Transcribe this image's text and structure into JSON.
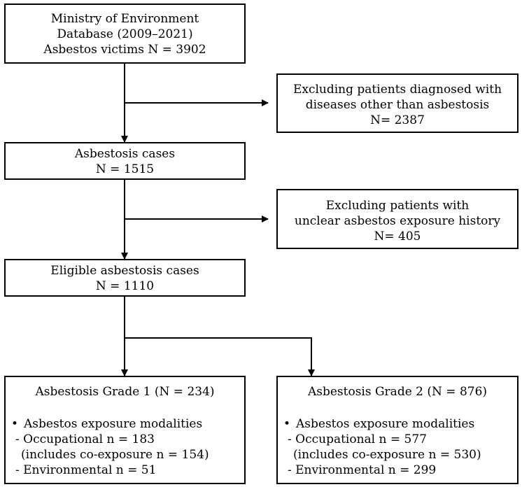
{
  "source_box": {
    "lines": [
      "Ministry of Environment",
      "Database (2009–2021)",
      "Asbestos victims N = 3902"
    ]
  },
  "exclusion_1": {
    "lines": [
      "Excluding patients diagnosed with",
      "diseases other than asbestosis",
      "N= 2387"
    ]
  },
  "asbestosis_box": {
    "lines": [
      "Asbestosis cases",
      "N = 1515"
    ]
  },
  "exclusion_2": {
    "lines": [
      "Excluding patients with",
      "unclear asbestos exposure history",
      "N= 405"
    ]
  },
  "eligible_box": {
    "lines": [
      "Eligible asbestosis cases",
      "N = 1110"
    ]
  },
  "grade1": {
    "title": "Asbestosis Grade 1 (N = 234)",
    "bullet": "•",
    "heading": "Asbestos exposure modalities",
    "occupational": "- Occupational n = 183",
    "co_exposure": "(includes co-exposure n = 154)",
    "environmental": "- Environmental n = 51"
  },
  "grade2": {
    "title": "Asbestosis Grade 2 (N = 876)",
    "bullet": "•",
    "heading": "Asbestos exposure modalities",
    "occupational": "- Occupational n = 577",
    "co_exposure": "(includes co-exposure n = 530)",
    "environmental": "- Environmental n = 299"
  }
}
